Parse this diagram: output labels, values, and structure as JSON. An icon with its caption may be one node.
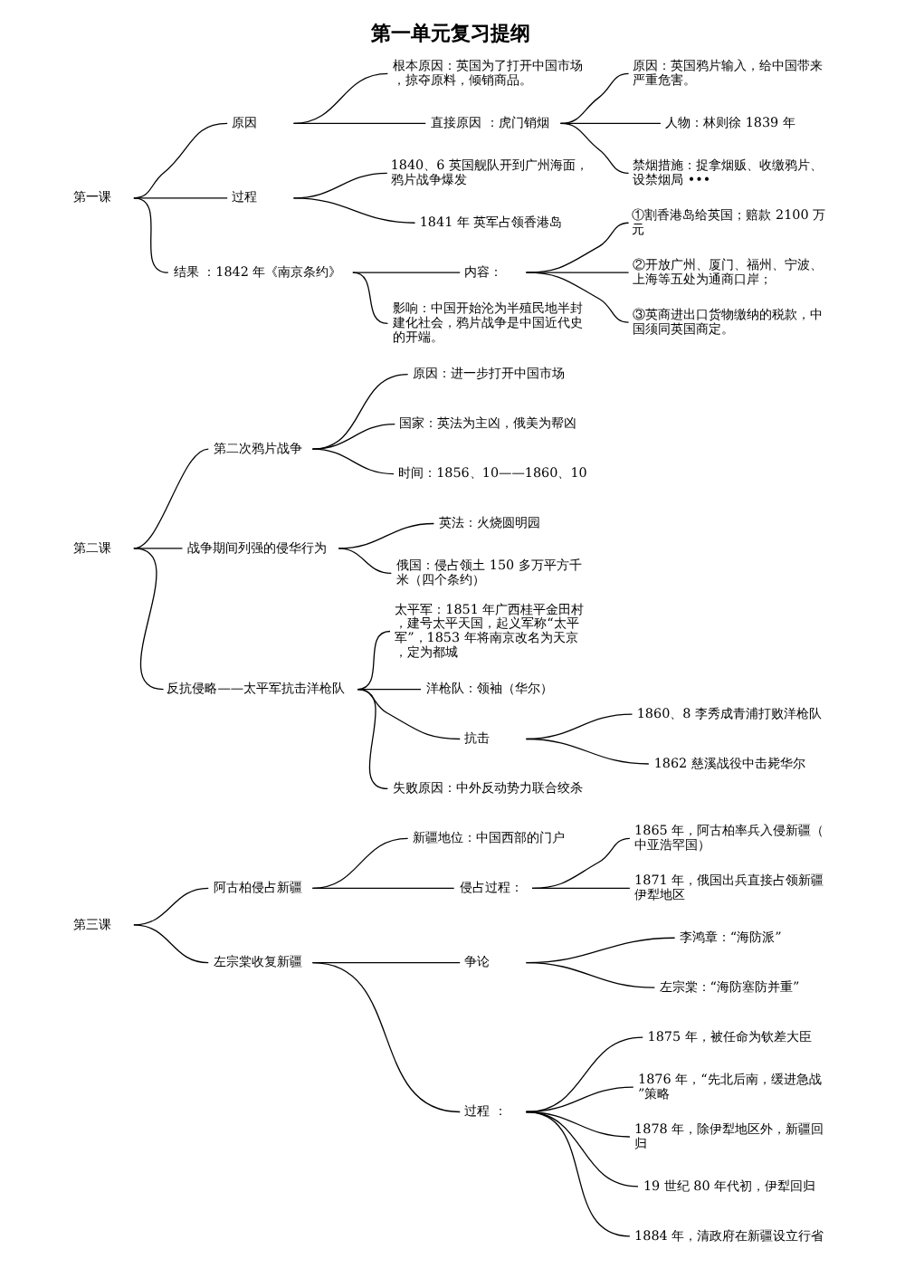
{
  "diagram": {
    "title": "第一单元复习提纲",
    "nodes": [
      {
        "text": [
          "第一课"
        ]
      },
      {
        "text": [
          "原因"
        ]
      },
      {
        "text": [
          "根本原因：英国为了打开中国市场，掠夺原料，倾销商品。"
        ]
      },
      {
        "text": [
          "直接原因 ：虎门销烟"
        ]
      },
      {
        "text": [
          "原因：英国鸦片输入，给中国带来严重危害。"
        ]
      },
      {
        "text": [
          "人物：林则徐 1839 年"
        ]
      },
      {
        "text": [
          "禁烟措施：捉拿烟贩、收缴鸦片、设禁烟局 •••"
        ]
      },
      {
        "text": [
          "过程"
        ]
      },
      {
        "text": [
          "1840、6 英国舰队开到广州海面，鸦片战争爆发"
        ]
      },
      {
        "text": [
          "1841 年 英军占领香港岛"
        ]
      },
      {
        "text": [
          "结果 ：1842 年《南京条约》"
        ]
      },
      {
        "text": [
          "内容："
        ]
      },
      {
        "text": [
          "①割香港岛给英国；赔款 2100 万元"
        ]
      },
      {
        "text": [
          "②开放广州、厦门、福州、宁波、上海等五处为通商口岸；"
        ]
      },
      {
        "text": [
          "③英商进出口货物缴纳的税款，中国须同英国商定。"
        ]
      },
      {
        "text": [
          "影响：中国开始沦为半殖民地半封建化社会，鸦片战争是中国近代史的开端。"
        ]
      },
      {
        "text": [
          "第二课"
        ]
      },
      {
        "text": [
          "第二次鸦片战争"
        ]
      },
      {
        "text": [
          "原因：进一步打开中国市场"
        ]
      },
      {
        "text": [
          "国家：英法为主凶，俄美为帮凶"
        ]
      },
      {
        "text": [
          "时间：1856、10——1860、10"
        ]
      },
      {
        "text": [
          "战争期间列强的侵华行为"
        ]
      },
      {
        "text": [
          "英法：火烧圆明园"
        ]
      },
      {
        "text": [
          "俄国：侵占领土 150 多万平方千米（四个条约）"
        ]
      },
      {
        "text": [
          "反抗侵略——太平军抗击洋枪队"
        ]
      },
      {
        "text": [
          "太平军：1851 年广西桂平金田村，建号太平天国，起义军称“太平军”，1853 年将南京改名为天京，定为都城"
        ]
      },
      {
        "text": [
          "洋枪队：领袖（华尔）"
        ]
      },
      {
        "text": [
          "抗击"
        ]
      },
      {
        "text": [
          "1860、8 李秀成青浦打败洋枪队"
        ]
      },
      {
        "text": [
          "1862 慈溪战役中击毙华尔"
        ]
      },
      {
        "text": [
          "失败原因：中外反动势力联合绞杀"
        ]
      },
      {
        "text": [
          "第三课"
        ]
      },
      {
        "text": [
          "阿古柏侵占新疆"
        ]
      },
      {
        "text": [
          "新疆地位：中国西部的门户"
        ]
      },
      {
        "text": [
          "侵占过程："
        ]
      },
      {
        "text": [
          "1865 年，阿古柏率兵入侵新疆（中亚浩罕国）"
        ]
      },
      {
        "text": [
          "1871 年，俄国出兵直接占领新疆伊犁地区"
        ]
      },
      {
        "text": [
          "左宗棠收复新疆"
        ]
      },
      {
        "text": [
          "争论"
        ]
      },
      {
        "text": [
          "李鸿章：“海防派”"
        ]
      },
      {
        "text": [
          "左宗棠：“海防塞防并重”"
        ]
      },
      {
        "text": [
          "过程 ："
        ]
      },
      {
        "text": [
          "1875 年，被任命为钦差大臣"
        ]
      },
      {
        "text": [
          "1876 年，“先北后南，缓进急战”策略"
        ]
      },
      {
        "text": [
          "1878 年，除伊犁地区外，新疆回归"
        ]
      },
      {
        "text": [
          "19 世纪 80 年代初，伊犁回归"
        ]
      },
      {
        "text": [
          "1884 年，清政府在新疆设立行省"
        ]
      }
    ],
    "edges": [
      {
        "from": 0,
        "to": 1,
        "arrow": "none"
      },
      {
        "from": 0,
        "to": 7,
        "arrow": "none"
      },
      {
        "from": 0,
        "to": 10,
        "arrow": "none"
      },
      {
        "from": 1,
        "to": 2,
        "arrow": "none"
      },
      {
        "from": 1,
        "to": 3,
        "arrow": "none"
      },
      {
        "from": 3,
        "to": 4,
        "arrow": "none"
      },
      {
        "from": 3,
        "to": 5,
        "arrow": "none"
      },
      {
        "from": 3,
        "to": 6,
        "arrow": "none"
      },
      {
        "from": 7,
        "to": 8,
        "arrow": "none"
      },
      {
        "from": 7,
        "to": 9,
        "arrow": "none"
      },
      {
        "from": 10,
        "to": 11,
        "arrow": "none"
      },
      {
        "from": 10,
        "to": 15,
        "arrow": "none"
      },
      {
        "from": 11,
        "to": 12,
        "arrow": "none"
      },
      {
        "from": 11,
        "to": 13,
        "arrow": "none"
      },
      {
        "from": 11,
        "to": 14,
        "arrow": "none"
      },
      {
        "from": 16,
        "to": 17,
        "arrow": "none"
      },
      {
        "from": 16,
        "to": 21,
        "arrow": "none"
      },
      {
        "from": 16,
        "to": 24,
        "arrow": "none"
      },
      {
        "from": 17,
        "to": 18,
        "arrow": "none"
      },
      {
        "from": 17,
        "to": 19,
        "arrow": "none"
      },
      {
        "from": 17,
        "to": 20,
        "arrow": "none"
      },
      {
        "from": 21,
        "to": 22,
        "arrow": "none"
      },
      {
        "from": 21,
        "to": 23,
        "arrow": "none"
      },
      {
        "from": 24,
        "to": 25,
        "arrow": "none"
      },
      {
        "from": 24,
        "to": 26,
        "arrow": "none"
      },
      {
        "from": 24,
        "to": 27,
        "arrow": "none"
      },
      {
        "from": 24,
        "to": 30,
        "arrow": "none"
      },
      {
        "from": 27,
        "to": 28,
        "arrow": "none"
      },
      {
        "from": 27,
        "to": 29,
        "arrow": "none"
      },
      {
        "from": 31,
        "to": 32,
        "arrow": "none"
      },
      {
        "from": 31,
        "to": 37,
        "arrow": "none"
      },
      {
        "from": 32,
        "to": 33,
        "arrow": "none"
      },
      {
        "from": 32,
        "to": 34,
        "arrow": "none"
      },
      {
        "from": 34,
        "to": 35,
        "arrow": "none"
      },
      {
        "from": 34,
        "to": 36,
        "arrow": "none"
      },
      {
        "from": 37,
        "to": 38,
        "arrow": "none"
      },
      {
        "from": 37,
        "to": 41,
        "arrow": "none"
      },
      {
        "from": 38,
        "to": 39,
        "arrow": "none"
      },
      {
        "from": 38,
        "to": 40,
        "arrow": "none"
      },
      {
        "from": 41,
        "to": 42,
        "arrow": "none"
      },
      {
        "from": 41,
        "to": 43,
        "arrow": "none"
      },
      {
        "from": 41,
        "to": 44,
        "arrow": "none"
      },
      {
        "from": 41,
        "to": 45,
        "arrow": "none"
      },
      {
        "from": 41,
        "to": 46,
        "arrow": "none"
      }
    ]
  }
}
